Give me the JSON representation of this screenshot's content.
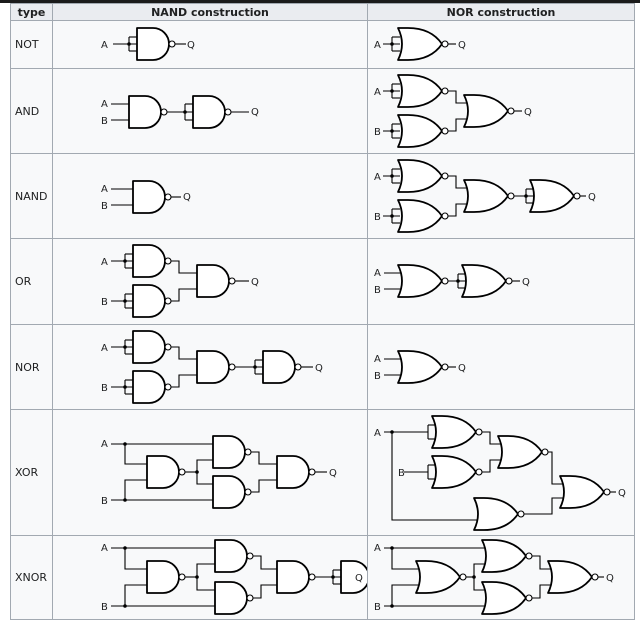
{
  "header": {
    "type": "type",
    "nand": "NAND construction",
    "nor": "NOR construction"
  },
  "rows": [
    {
      "type": "NOT"
    },
    {
      "type": "AND"
    },
    {
      "type": "NAND"
    },
    {
      "type": "OR"
    },
    {
      "type": "NOR"
    },
    {
      "type": "XOR"
    },
    {
      "type": "XNOR"
    }
  ],
  "labels": {
    "a": "A",
    "b": "B",
    "q": "Q"
  },
  "colors": {
    "header_bg": "#eaecf0",
    "cell_bg": "#f8f9fa",
    "border": "#a2a9b1"
  }
}
